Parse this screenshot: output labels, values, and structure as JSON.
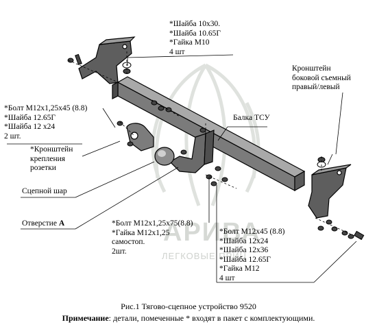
{
  "labels": {
    "washers_top": [
      "*Шайба 10х30.",
      "*Шайба 10.65Г",
      "*Гайка М10",
      "4 шт"
    ],
    "bracket_side": [
      "Кронштейн",
      "боковой съемный",
      "правый/левый"
    ],
    "bolts_left": [
      "*Болт М12х1,25х45 (8.8)",
      "*Шайба 12.65Г",
      "*Шайба 12 х24",
      "2 шт."
    ],
    "beam": "Балка ТСУ",
    "socket_bracket": [
      "*Кронштейн",
      "крепления",
      "розетки"
    ],
    "ball": "Сцепной шар",
    "hole_prefix": "Отверстие ",
    "hole_letter": "А",
    "bolts_center": [
      "*Болт М12х1,25х75(8.8)",
      "*Гайка М12х1,25",
      "самостоп.",
      "2шт."
    ],
    "bolts_right": [
      "*Болт М12х45 (8.8)",
      "*Шайба 12х24",
      "*Шайба 12х36",
      "*Шайба 12.65Г",
      "*Гайка М12",
      "4 шт"
    ]
  },
  "watermark": {
    "main": "АРИВА",
    "sub": "ЛЕГКОВЫЕ ПРИЦ"
  },
  "caption": "Рис.1 Тягово-сцепное устройство 9520",
  "note": {
    "prefix": "Примечание",
    "text": ": детали, помеченные * входят в пакет с комплектующими."
  }
}
